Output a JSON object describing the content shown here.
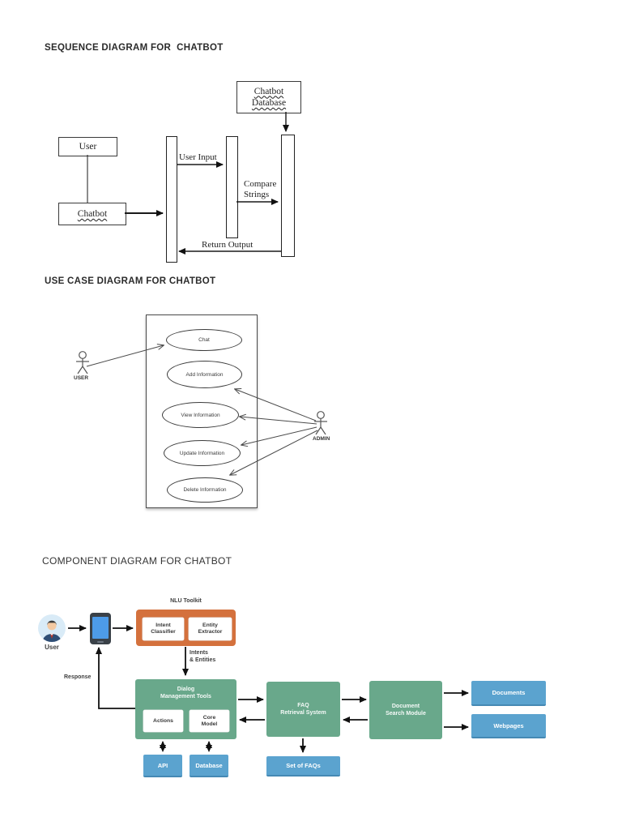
{
  "colors": {
    "accent-green": "#69A88B",
    "accent-blue": "#5BA3CF",
    "accent-orange": "#D4713D"
  },
  "titles": {
    "sequence": "SEQUENCE DIAGRAM FOR  CHATBOT",
    "usecase": "USE CASE DIAGRAM FOR CHATBOT",
    "component": "COMPONENT DIAGRAM FOR CHATBOT"
  },
  "sequence": {
    "user_box": "User",
    "chatbot_box": "Chatbot",
    "database_box": "Chatbot\nDatabase",
    "msg_user_input": "User Input",
    "msg_compare": "Compare\nStrings",
    "msg_return": "Return Output"
  },
  "usecase": {
    "actor_user": "USER",
    "actor_admin": "ADMIN",
    "ovals": [
      {
        "label": "Chat"
      },
      {
        "label": "Add Information"
      },
      {
        "label": "View Information"
      },
      {
        "label": "Update Information"
      },
      {
        "label": "Delete Information"
      }
    ]
  },
  "component": {
    "user_label": "User",
    "nlu_title": "NLU Toolkit",
    "intent_classifier": "Intent\nClassifier",
    "entity_extractor": "Entity\nExtractor",
    "intents_entities": "Intents\n& Entities",
    "response_label": "Response",
    "dialog_box": "Dialog\nManagement Tools",
    "actions": "Actions",
    "core_model": "Core\nModel",
    "api": "API",
    "database": "Database",
    "faq_box": "FAQ\nRetrieval System",
    "set_of_faqs": "Set of FAQs",
    "dsm_box": "Document\nSearch Module",
    "documents": "Documents",
    "webpages": "Webpages"
  }
}
